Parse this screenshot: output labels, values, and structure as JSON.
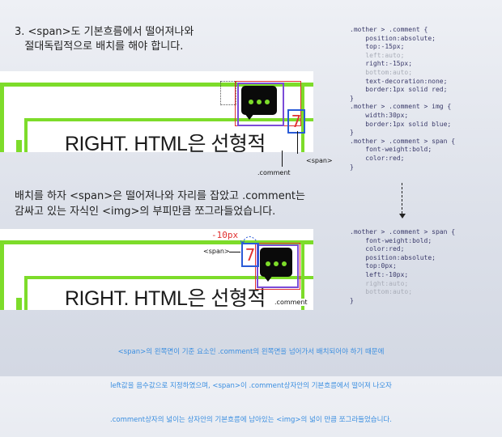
{
  "section1": {
    "heading_line1": "3. <span>도 기본흐름에서 떨어져나와",
    "heading_line2": "   절대독립적으로 배치를 해야 합니다.",
    "right_text": "RIGHT. HTML은 선형적",
    "seven": "7",
    "label_span": "<span>",
    "label_comment": ".comment"
  },
  "section2": {
    "heading_line1": "배치를 하자 <span>은 떨어져나와 자리를 잡았고 .comment는",
    "heading_line2": "감싸고 있는 자식인 <img>의 부피만큼 쪼그라들었습니다.",
    "right_text": "RIGHT. HTML은 선형적",
    "seven": "7",
    "offset_label": "-10px",
    "label_span": "<span>",
    "label_comment": ".comment"
  },
  "code1": [
    {
      "text": ".mother > .comment {",
      "color": "#3a3a6a"
    },
    {
      "text": "    position:absolute;",
      "color": "#3a3a6a"
    },
    {
      "text": "    top:-15px;",
      "color": "#3a3a6a"
    },
    {
      "text": "    left:auto;",
      "color": "#a9adb8"
    },
    {
      "text": "    right:-15px;",
      "color": "#3a3a6a"
    },
    {
      "text": "    bottom:auto;",
      "color": "#a9adb8"
    },
    {
      "text": "    text-decoration:none;",
      "color": "#3a3a6a"
    },
    {
      "text": "    border:1px solid red;",
      "color": "#3a3a6a"
    },
    {
      "text": "}",
      "color": "#3a3a6a"
    },
    {
      "text": ".mother > .comment > img {",
      "color": "#3a3a6a"
    },
    {
      "text": "    width:30px;",
      "color": "#3a3a6a"
    },
    {
      "text": "    border:1px solid blue;",
      "color": "#3a3a6a"
    },
    {
      "text": "}",
      "color": "#3a3a6a"
    },
    {
      "text": ".mother > .comment > span {",
      "color": "#3a3a6a"
    },
    {
      "text": "    font-weight:bold;",
      "color": "#3a3a6a"
    },
    {
      "text": "    color:red;",
      "color": "#3a3a6a"
    },
    {
      "text": "}",
      "color": "#3a3a6a"
    }
  ],
  "code2": [
    {
      "text": ".mother > .comment > span {",
      "color": "#3a3a6a"
    },
    {
      "text": "    font-weight:bold;",
      "color": "#3a3a6a"
    },
    {
      "text": "    color:red;",
      "color": "#3a3a6a"
    },
    {
      "text": "    position:absolute;",
      "color": "#3a3a6a"
    },
    {
      "text": "    top:0px;",
      "color": "#3a3a6a"
    },
    {
      "text": "    left:-10px;",
      "color": "#3a3a6a"
    },
    {
      "text": "    right:auto;",
      "color": "#a9adb8"
    },
    {
      "text": "    bottom:auto;",
      "color": "#a9adb8"
    },
    {
      "text": "}",
      "color": "#3a3a6a"
    }
  ],
  "note": {
    "line1": "<span>의 왼쪽면이 기준 요소인 .comment의 왼쪽면을 넘어가서 배치되어야 하기 때문에",
    "line2": "left값을 음수값으로 지정하였으며, <span>이 .comment상자안의 기본흐름에서 떨어져 나오자",
    "line3": ".comment상자의 넓이는 상자안의 기본흐름에 남아있는 <img>의 넓이 만큼 쪼그라들었습니다."
  },
  "colors": {
    "accent_green": "#7ddc2a",
    "red": "#e03030",
    "blue": "#2a5bd7",
    "note_blue": "#3a8ee0"
  }
}
